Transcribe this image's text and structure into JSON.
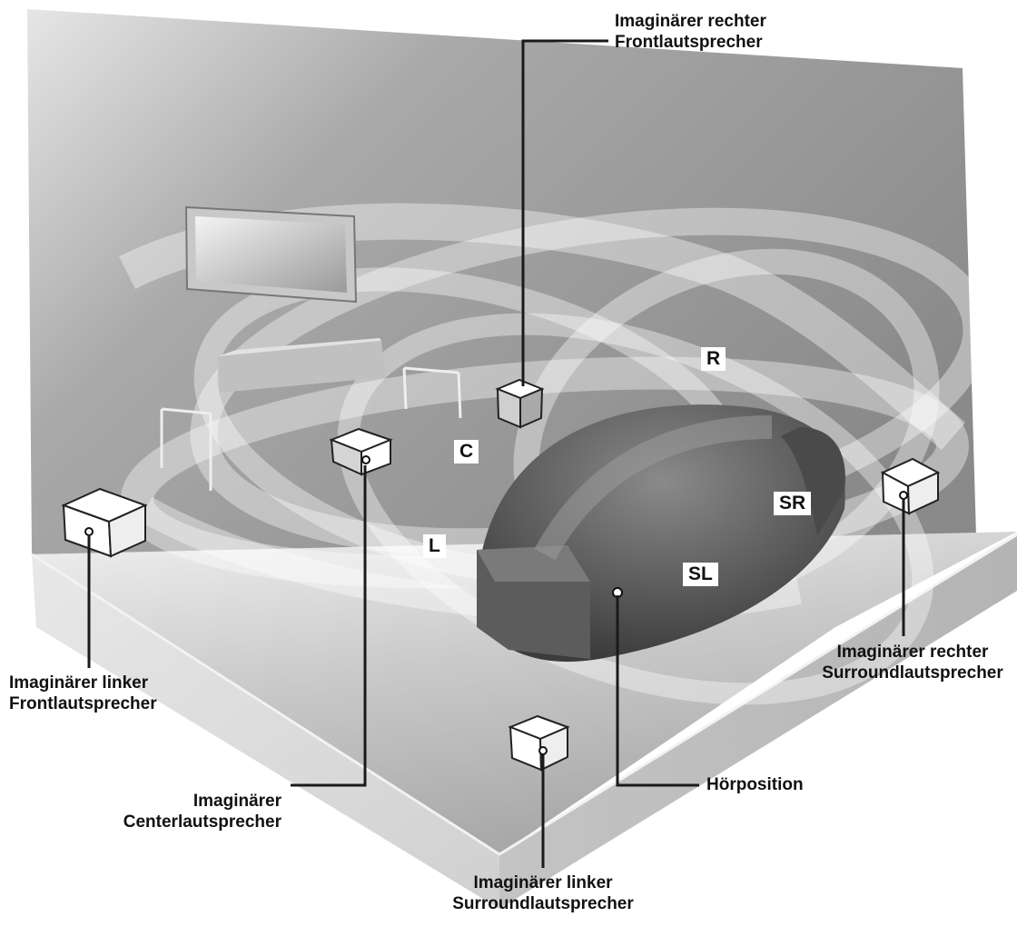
{
  "callouts": {
    "front_right": {
      "line1": "Imaginärer rechter",
      "line2": "Frontlautsprecher"
    },
    "front_left": {
      "line1": "Imaginärer linker",
      "line2": "Frontlautsprecher"
    },
    "center": {
      "line1": "Imaginärer",
      "line2": "Centerlautsprecher"
    },
    "surround_left": {
      "line1": "Imaginärer linker",
      "line2": "Surroundlautsprecher"
    },
    "surround_right": {
      "line1": "Imaginärer rechter",
      "line2": "Surroundlautsprecher"
    },
    "listening_position": {
      "label": "Hörposition"
    }
  },
  "channels": {
    "left": "L",
    "center": "C",
    "right": "R",
    "surround_left": "SL",
    "surround_right": "SR"
  },
  "colors": {
    "wall_dark": "#8c8c8c",
    "wall_light": "#dcdcdc",
    "floor_dark": "#9e9e9e",
    "floor_light": "#e2e2e2",
    "sofa": "#5a5a5a",
    "leader_line": "#1a1a1a"
  }
}
